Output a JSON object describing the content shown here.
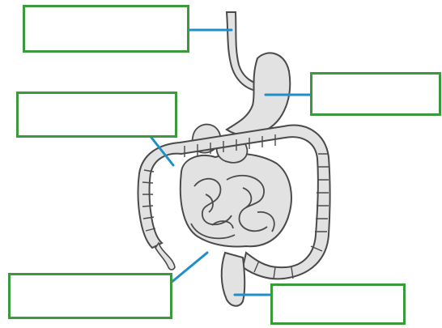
{
  "diagram": {
    "labels": [
      {
        "id": "esophagus",
        "text": ""
      },
      {
        "id": "stomach",
        "text": ""
      },
      {
        "id": "large-intestine",
        "text": ""
      },
      {
        "id": "small-intestine",
        "text": ""
      },
      {
        "id": "rectum",
        "text": ""
      }
    ]
  },
  "colors": {
    "box_border": "#3a9a3c",
    "leader_line": "#1f8fc9",
    "organ_fill": "#e2e2e2",
    "organ_outline": "#4a4a4a"
  }
}
